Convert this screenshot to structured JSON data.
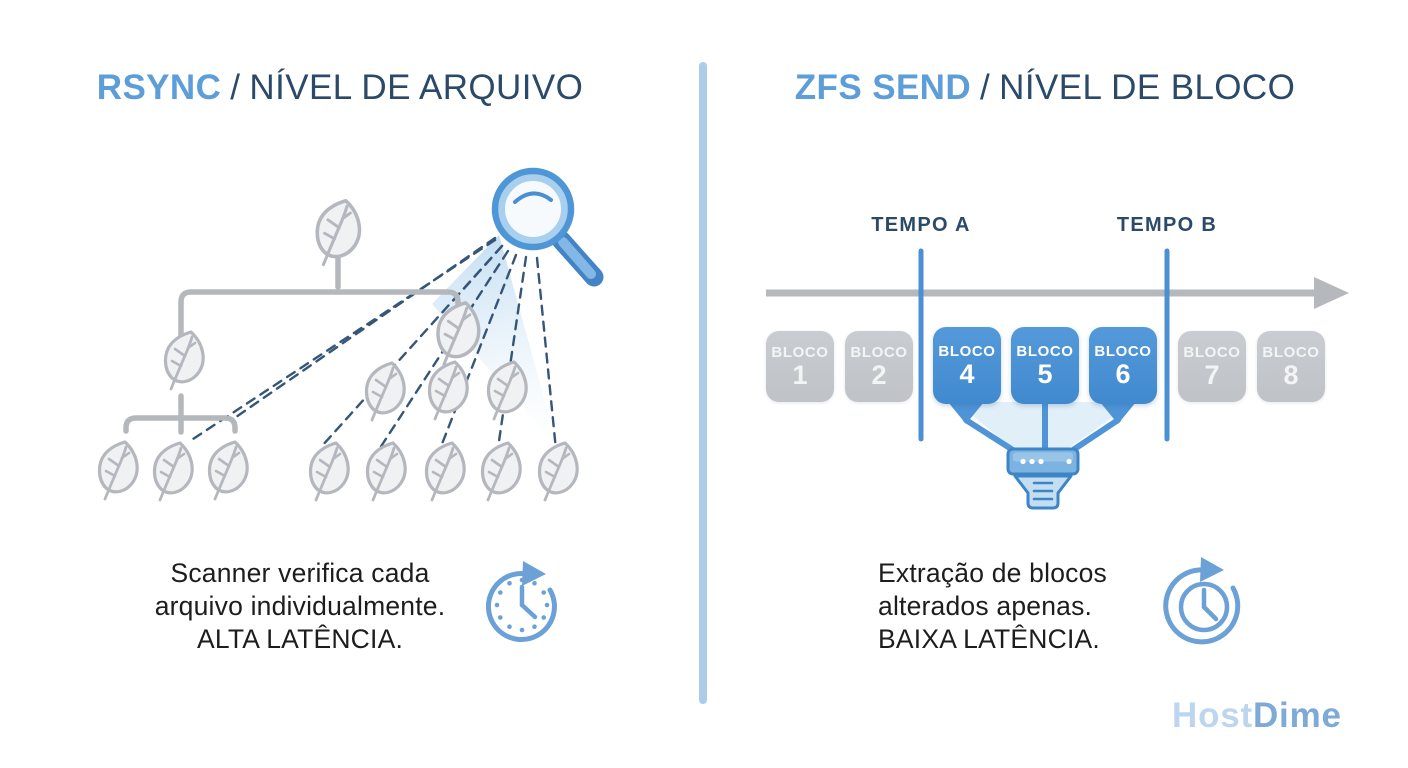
{
  "colors": {
    "accent_blue": "#4e94d7",
    "title_blue": "#5d9ed8",
    "navy": "#2b4a69",
    "block_gray": "#c5c9ce",
    "divider_blue": "#adccea",
    "icon_blue": "#6ba1d6",
    "ray_navy": "#2c4e70",
    "logo_host_color": "#bdd6ef",
    "logo_dime_color": "#7eaad8"
  },
  "icons": {
    "magnifier": "magnifier-icon",
    "leaf": "leaf-icon",
    "clock_refresh": "clock-refresh-icon",
    "funnel_device": "funnel-device-icon",
    "timeline_arrow": "right-arrow-icon"
  },
  "left_panel": {
    "title": {
      "product": "RSYNC",
      "separator": "/",
      "level": "NÍVEL DE ARQUIVO"
    },
    "caption": {
      "line1": "Scanner verifica cada",
      "line2": "arquivo individualmente.",
      "line3": "ALTA LATÊNCIA."
    }
  },
  "right_panel": {
    "title": {
      "product": "ZFS SEND",
      "separator": "/",
      "level": "NÍVEL DE BLOCO"
    },
    "timeline": {
      "label_a": "TEMPO A",
      "label_b": "TEMPO B"
    },
    "blocks": [
      {
        "label": "BLOCO",
        "number": "1",
        "state": "unchanged"
      },
      {
        "label": "BLOCO",
        "number": "2",
        "state": "unchanged"
      },
      {
        "label": "BLOCO",
        "number": "4",
        "state": "changed"
      },
      {
        "label": "BLOCO",
        "number": "5",
        "state": "changed"
      },
      {
        "label": "BLOCO",
        "number": "6",
        "state": "changed"
      },
      {
        "label": "BLOCO",
        "number": "7",
        "state": "unchanged"
      },
      {
        "label": "BLOCO",
        "number": "8",
        "state": "unchanged"
      }
    ],
    "caption": {
      "line1": "Extração de blocos",
      "line2": "alterados apenas.",
      "line3": "BAIXA LATÊNCIA."
    }
  },
  "footer": {
    "logo_part1": "Host",
    "logo_part2": "Dime"
  }
}
